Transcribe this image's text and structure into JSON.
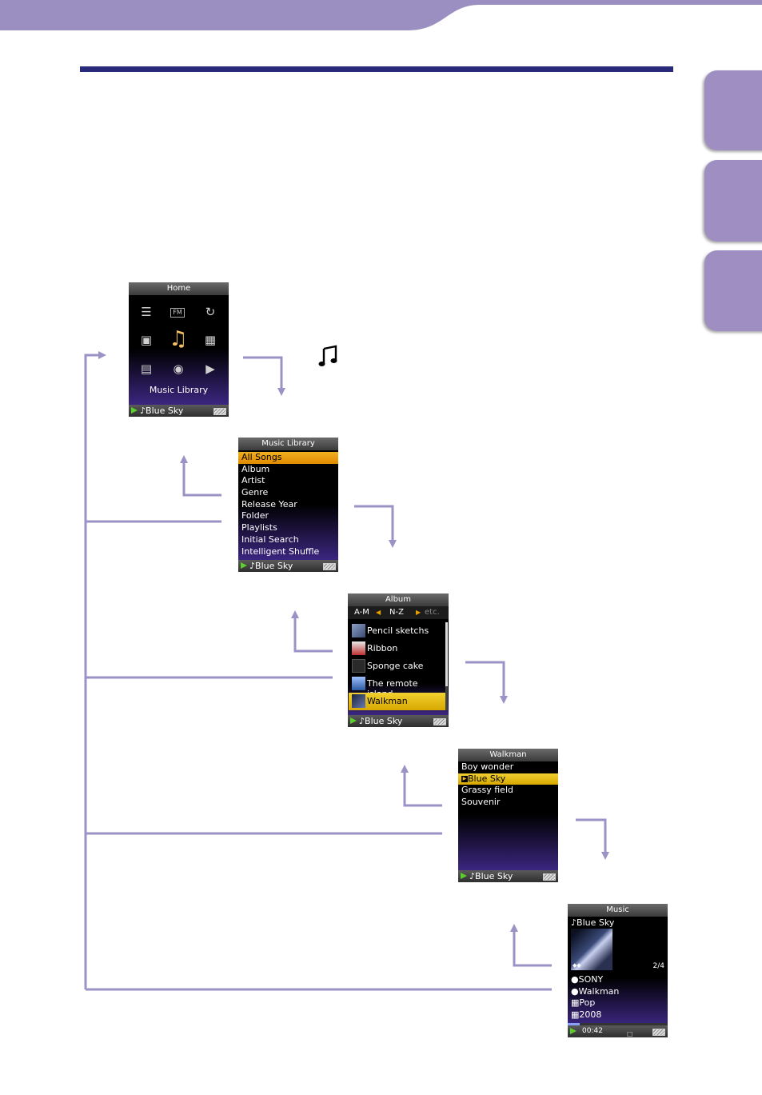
{
  "colors": {
    "band": "#9a8fc0",
    "arrow": "#9b93c6",
    "rule": "#2a2a7a",
    "tab": "#9e8ec2",
    "highlight": "#e89a00"
  },
  "music_note_icon": "music-note-icon",
  "home": {
    "title": "Home",
    "caption": "Music Library",
    "now_playing": "Blue Sky"
  },
  "music_library": {
    "title": "Music Library",
    "items": [
      "All Songs",
      "Album",
      "Artist",
      "Genre",
      "Release Year",
      "Folder",
      "Playlists",
      "Initial Search",
      "Intelligent Shuffle"
    ],
    "selected_index": 0,
    "now_playing": "Blue Sky"
  },
  "album": {
    "title": "Album",
    "index_tabs": [
      "A-M",
      "N-Z",
      "etc."
    ],
    "items": [
      "Pencil sketchs",
      "Ribbon",
      "Sponge cake",
      "The remote island",
      "Walkman"
    ],
    "selected_index": 4,
    "now_playing": "Blue Sky"
  },
  "walkman": {
    "title": "Walkman",
    "items": [
      "Boy wonder",
      "Blue Sky",
      "Grassy field",
      "Souvenir"
    ],
    "selected_index": 1,
    "now_playing": "Blue Sky"
  },
  "music": {
    "title": "Music",
    "track": "Blue Sky",
    "count": "2/4",
    "artist": "SONY",
    "album": "Walkman",
    "genre": "Pop",
    "year": "2008",
    "time": "00:42",
    "progress_fraction": 0.12
  }
}
